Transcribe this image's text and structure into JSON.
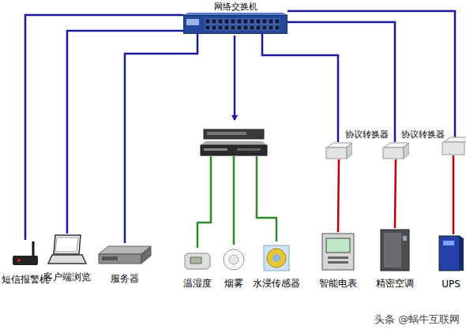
{
  "diagram": {
    "nodes": [
      {
        "text": [
          "网络交换机"
        ]
      },
      {
        "text": [
          "协议转换器"
        ]
      },
      {
        "text": [
          "协议转换器"
        ]
      },
      {
        "text": [
          "短信报警机"
        ]
      },
      {
        "text": [
          "客户端浏览"
        ]
      },
      {
        "text": [
          "服务器"
        ]
      },
      {
        "text": [
          "温湿度"
        ]
      },
      {
        "text": [
          "烟雾"
        ]
      },
      {
        "text": [
          "水浸传感器"
        ]
      },
      {
        "text": [
          "智能电表"
        ]
      },
      {
        "text": [
          "精密空调"
        ]
      },
      {
        "text": [
          "UPS"
        ]
      }
    ],
    "edges": [
      {
        "from": 0,
        "to": 3,
        "arrow": "none"
      },
      {
        "from": 0,
        "to": 4,
        "arrow": "none"
      },
      {
        "from": 0,
        "to": 5,
        "arrow": "none"
      },
      {
        "from": 0,
        "to": 1,
        "arrow": "none"
      },
      {
        "from": 0,
        "to": 2,
        "arrow": "none"
      },
      {
        "from": 1,
        "to": 9,
        "arrow": "none"
      },
      {
        "from": 2,
        "to": 10,
        "arrow": "none"
      }
    ],
    "labels": [
      "头条 @蜗牛互联网"
    ]
  }
}
